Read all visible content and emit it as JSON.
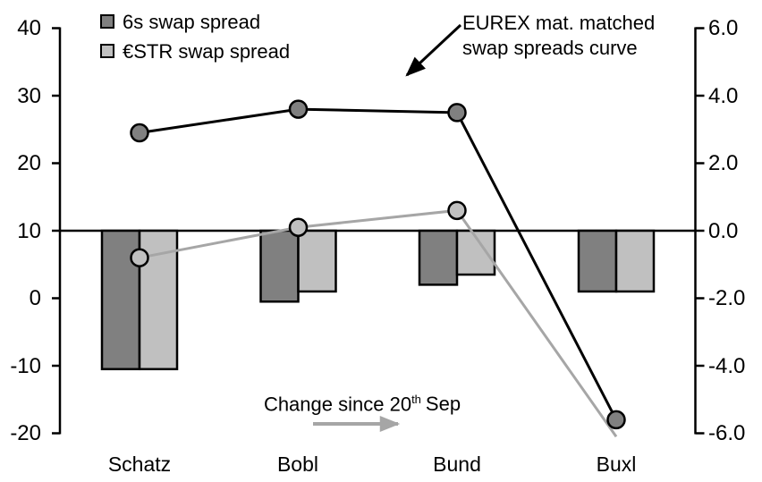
{
  "chart_data": {
    "type": "combo_bar_line",
    "categories": [
      "Schatz",
      "Bobl",
      "Bund",
      "Buxl"
    ],
    "bar_series": [
      {
        "key": "6s-swap-spread-change",
        "name": "6s swap spread",
        "axis": "right",
        "color": "#808080",
        "values": [
          -4.1,
          -2.1,
          -1.6,
          -1.8
        ]
      },
      {
        "key": "estr-swap-spread-change",
        "name": "€STR swap spread",
        "axis": "right",
        "color": "#c0c0c0",
        "values": [
          -4.1,
          -1.8,
          -1.3,
          -1.8
        ]
      }
    ],
    "line_series": [
      {
        "key": "6s-curve",
        "name": "6s EUREX mat. matched swap spreads curve",
        "axis": "left",
        "line_color": "#000000",
        "marker_fill": "#808080",
        "values": [
          24.5,
          28,
          27.5,
          -18
        ],
        "markers": [
          true,
          true,
          true,
          true
        ]
      },
      {
        "key": "estr-curve",
        "name": "€STR EUREX mat. matched swap spreads curve",
        "axis": "left",
        "line_color": "#a6a6a6",
        "marker_fill": "#c0c0c0",
        "values": [
          6,
          10.5,
          13,
          -20.5
        ],
        "markers": [
          true,
          true,
          true,
          false
        ]
      }
    ],
    "left_axis": {
      "min": -20,
      "max": 40,
      "ticks": [
        "40",
        "30",
        "20",
        "10",
        "0",
        "-10",
        "-20"
      ]
    },
    "right_axis": {
      "min": -6,
      "max": 6,
      "ticks": [
        "6.0",
        "4.0",
        "2.0",
        "0.0",
        "-2.0",
        "-4.0",
        "-6.0"
      ]
    },
    "baseline": {
      "left_value": 10,
      "right_value": 0
    },
    "grid": "off",
    "legend_position": "top-left",
    "legend": [
      {
        "label": "6s swap spread",
        "color": "#808080"
      },
      {
        "label": "€STR swap spread",
        "color": "#c0c0c0"
      }
    ],
    "annotations": {
      "curve_label_line1": "EUREX mat. matched",
      "curve_label_line2": "swap spreads curve",
      "change_note_prefix": "Change since 20",
      "change_note_sup": "th",
      "change_note_suffix": "Sep"
    },
    "colors": {
      "dark_gray": "#808080",
      "light_gray": "#c0c0c0",
      "gray_line": "#a6a6a6",
      "black": "#000000"
    }
  }
}
